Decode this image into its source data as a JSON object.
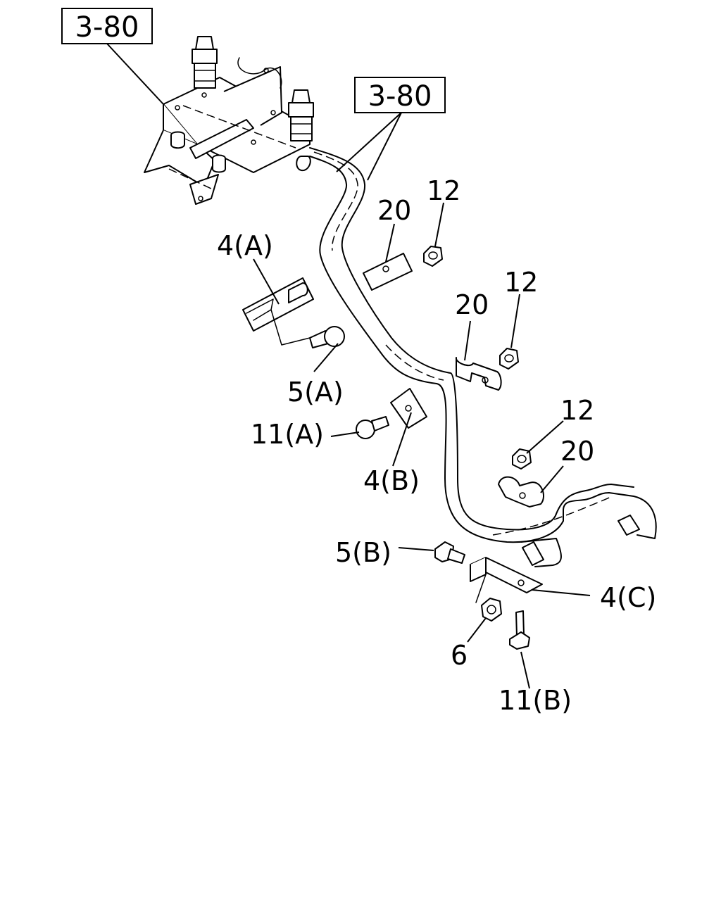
{
  "references": [
    {
      "id": "ref-top-left",
      "text": "3-80"
    },
    {
      "id": "ref-mid",
      "text": "3-80"
    }
  ],
  "callouts": {
    "c4A": "4(A)",
    "c5A": "5(A)",
    "c11A": "11(A)",
    "c4B": "4(B)",
    "c20a": "20",
    "c12a": "12",
    "c20b": "20",
    "c12b": "12",
    "c12c": "12",
    "c20c": "20",
    "c5B": "5(B)",
    "c4C": "4(C)",
    "c6": "6",
    "c11B": "11(B)"
  }
}
